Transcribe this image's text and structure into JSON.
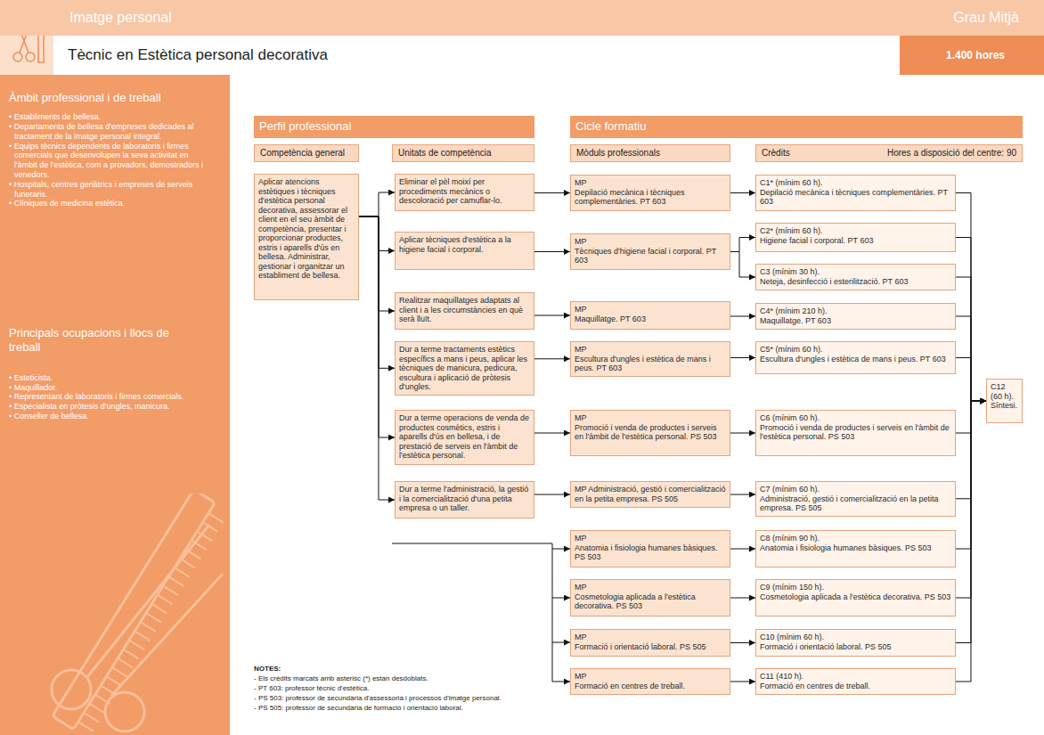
{
  "diagram": {
    "title": "Tècnic en Estètica personal decorativa",
    "nodes": [
      {
        "text": [
          "Imatge personal",
          "Grau Mitjà"
        ]
      },
      {
        "text": [
          "Àmbit professional i de treball",
          "• Establiments de bellesa.",
          "• Departaments de bellesa d'empreses dedicades al tractament de la imatge personal integral.",
          "• Equips tècnics dependents de laboratoris i firmes comercials que desenvolupen la seva activitat en l'àmbit de l'estètica, com a provadors, demostradors i venedors.",
          "• Hospitals, centres geriàtrics i empreses de serveis funeraris.",
          "• Clíniques de medicina estètica.",
          "Principals ocupacions i llocs de treball",
          "• Esteticista.",
          "• Maquillador.",
          "• Representant de laboratoris i firmes comercials.",
          "• Especialista en pròtesis d'ungles, manicura.",
          "• Conseller de bellesa."
        ]
      },
      {
        "text": [
          "Perfil professional"
        ]
      },
      {
        "text": [
          "Cicle formatiu"
        ]
      },
      {
        "text": [
          "Competència general"
        ]
      },
      {
        "text": [
          "Unitats de competència"
        ]
      },
      {
        "text": [
          "Mòduls professionals"
        ]
      },
      {
        "text": [
          "Crèdits",
          "Hores a disposició del centre: 90"
        ]
      },
      {
        "text": [
          "Aplicar atencions estètiques i tècniques d'estètica personal decorativa, assessorar el client en el seu àmbit de competència, presentar i proporcionar productes, estris i aparells d'ús en bellesa. Administrar, gestionar i organitzar un establiment de bellesa."
        ]
      },
      {
        "text": [
          "Eliminar el pèl moixí per procediments mecànics o descoloració per camuflar-lo."
        ]
      },
      {
        "text": [
          "Aplicar tècniques d'estètica a la higiene facial i corporal."
        ]
      },
      {
        "text": [
          "Realitzar maquillatges adaptats al client i a les circumstàncies en què serà lluït."
        ]
      },
      {
        "text": [
          "Dur a terme tractaments estètics específics a mans i peus, aplicar les tècniques de manicura, pedicura, escultura i aplicació de pròtesis d'ungles."
        ]
      },
      {
        "text": [
          "Dur a terme operacions de venda de productes cosmètics, estris i aparells d'ús en bellesa, i de prestació de serveis en l'àmbit de l'estètica personal."
        ]
      },
      {
        "text": [
          "Dur a terme l'administració, la gestió i la comercialització d'una petita empresa o un taller."
        ]
      },
      {
        "text": [
          "MP",
          "Depilació mecànica i tècniques complementàries. PT 603"
        ]
      },
      {
        "text": [
          "MP",
          "Tècniques d'higiene facial i corporal. PT 603"
        ]
      },
      {
        "text": [
          "MP",
          "Maquillatge. PT 603"
        ]
      },
      {
        "text": [
          "MP",
          "Escultura d'ungles i estètica de mans i peus. PT 603"
        ]
      },
      {
        "text": [
          "MP",
          "Promoció i venda de productes i serveis en l'àmbit de l'estètica personal. PS 503"
        ]
      },
      {
        "text": [
          "MP Administració, gestió i comercialització en la petita empresa. PS 505"
        ]
      },
      {
        "text": [
          "MP",
          "Anatomia i fisiologia humanes bàsiques. PS 503"
        ]
      },
      {
        "text": [
          "MP",
          "Cosmetologia aplicada a l'estètica decorativa. PS 503"
        ]
      },
      {
        "text": [
          "MP",
          "Formació i orientació laboral. PS 505"
        ]
      },
      {
        "text": [
          "MP",
          "Formació en centres de treball."
        ]
      },
      {
        "text": [
          "C1* (mínim 60 h).",
          "Depilació mecànica i tècniques complementàries. PT 603"
        ]
      },
      {
        "text": [
          "C2* (mínim 60 h).",
          "Higiene facial i corporal. PT 603"
        ]
      },
      {
        "text": [
          "C3 (mínim 30 h).",
          "Neteja, desinfecció i esterilització. PT 603"
        ]
      },
      {
        "text": [
          "C4* (mínim 210 h).",
          "Maquillatge. PT 603"
        ]
      },
      {
        "text": [
          "C5* (mínim 60 h).",
          "Escultura d'ungles i estètica de mans i peus. PT 603"
        ]
      },
      {
        "text": [
          "C6 (mínim 60 h).",
          "Promoció i venda de productes i serveis en l'àmbit de l'estètica personal. PS 503"
        ]
      },
      {
        "text": [
          "C7 (mínim 60 h).",
          "Administració, gestió i comercialització en la petita empresa. PS 505"
        ]
      },
      {
        "text": [
          "C8 (mínim 90 h).",
          "Anatomia i fisiologia humanes bàsiques. PS 503"
        ]
      },
      {
        "text": [
          "C9 (mínim 150 h).",
          "Cosmetologia aplicada a l'estètica decorativa. PS 503"
        ]
      },
      {
        "text": [
          "C10 (mínim 60 h).",
          "Formació i orientació laboral. PS 505"
        ]
      },
      {
        "text": [
          "C11 (410 h).",
          "Formació en centres de treball."
        ]
      },
      {
        "text": [
          "C12 (60 h). Síntesi."
        ]
      }
    ],
    "edges": [
      {
        "from": 8,
        "to": 9,
        "arrow": "to"
      },
      {
        "from": 8,
        "to": 10,
        "arrow": "to"
      },
      {
        "from": 8,
        "to": 11,
        "arrow": "to"
      },
      {
        "from": 8,
        "to": 12,
        "arrow": "to"
      },
      {
        "from": 8,
        "to": 13,
        "arrow": "to"
      },
      {
        "from": 8,
        "to": 14,
        "arrow": "to"
      },
      {
        "from": 9,
        "to": 15,
        "arrow": "to"
      },
      {
        "from": 10,
        "to": 16,
        "arrow": "to"
      },
      {
        "from": 11,
        "to": 17,
        "arrow": "to"
      },
      {
        "from": 12,
        "to": 18,
        "arrow": "to"
      },
      {
        "from": 13,
        "to": 19,
        "arrow": "to"
      },
      {
        "from": 14,
        "to": 20,
        "arrow": "to"
      },
      {
        "from": 15,
        "to": 25,
        "arrow": "to"
      },
      {
        "from": 16,
        "to": 26,
        "arrow": "to"
      },
      {
        "from": 16,
        "to": 27,
        "arrow": "to"
      },
      {
        "from": 17,
        "to": 28,
        "arrow": "to"
      },
      {
        "from": 18,
        "to": 29,
        "arrow": "to"
      },
      {
        "from": 19,
        "to": 30,
        "arrow": "to"
      },
      {
        "from": 20,
        "to": 31,
        "arrow": "to"
      },
      {
        "from": 21,
        "to": 32,
        "arrow": "to"
      },
      {
        "from": 22,
        "to": 33,
        "arrow": "to"
      },
      {
        "from": 23,
        "to": 34,
        "arrow": "to"
      },
      {
        "from": 24,
        "to": 35,
        "arrow": "to"
      },
      {
        "from": 25,
        "to": 36,
        "arrow": "to"
      },
      {
        "from": 26,
        "to": 36,
        "arrow": "to"
      },
      {
        "from": 27,
        "to": 36,
        "arrow": "to"
      },
      {
        "from": 28,
        "to": 36,
        "arrow": "to"
      },
      {
        "from": 29,
        "to": 36,
        "arrow": "to"
      },
      {
        "from": 30,
        "to": 36,
        "arrow": "to"
      },
      {
        "from": 31,
        "to": 36,
        "arrow": "to"
      },
      {
        "from": 32,
        "to": 36,
        "arrow": "to"
      },
      {
        "from": 33,
        "to": 36,
        "arrow": "to"
      },
      {
        "from": 34,
        "to": 36,
        "arrow": "to"
      },
      {
        "from": 35,
        "to": 36,
        "arrow": "to"
      }
    ],
    "labels": [
      "1.400 hores",
      "NOTES:",
      "- Els crèdits marcats amb asterisc (*) estan desdoblats.",
      "- PT 603: professor tècnic d'estètica.",
      "- PS 503: professor de secundària d'assessoria i processos d'imatge personal.",
      "- PS 505: professor de secundària de formació i orientació laboral."
    ]
  }
}
